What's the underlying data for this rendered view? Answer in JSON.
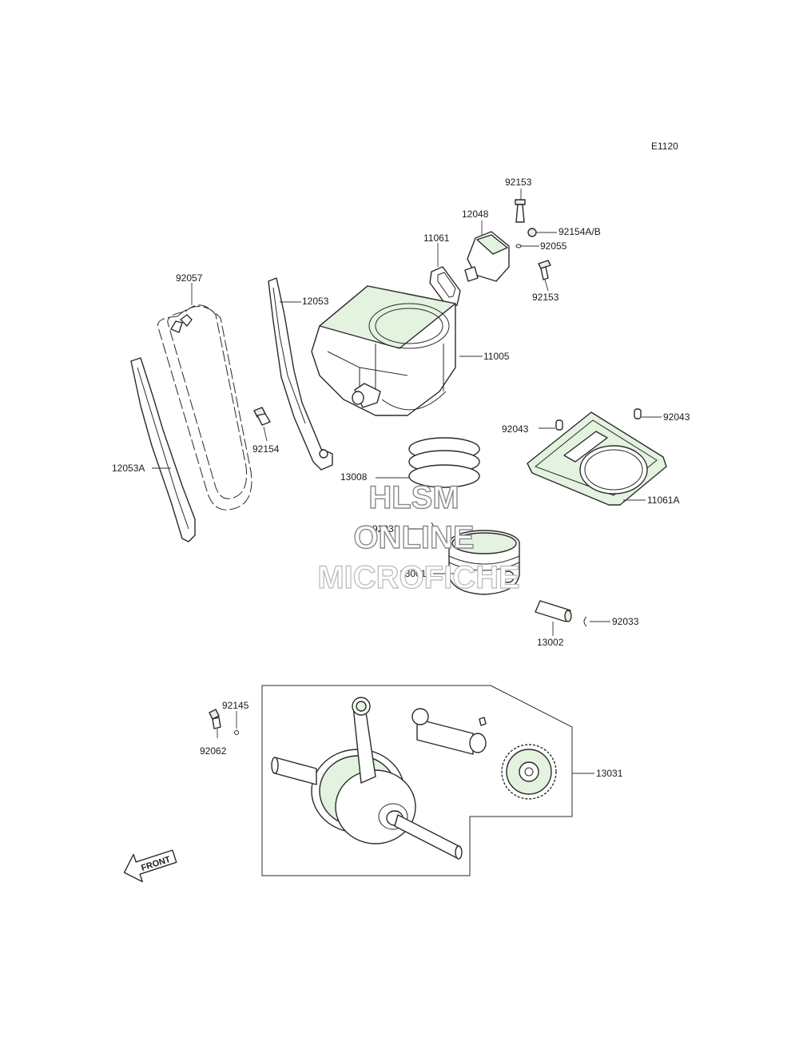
{
  "diagram_code": "E1120",
  "front_label": "FRONT",
  "watermark": [
    "HLSM",
    "ONLINE",
    "MICROFICHE"
  ],
  "callouts": {
    "c92153a": "92153",
    "c12048": "12048",
    "c92154ab": "92154A/B",
    "c11061": "11061",
    "c92055": "92055",
    "c92153b": "92153",
    "c92057": "92057",
    "c12053": "12053",
    "c11005": "11005",
    "c92043a": "92043",
    "c92043b": "92043",
    "c92154": "92154",
    "c12053a": "12053A",
    "c13008": "13008",
    "c11061a": "11061A",
    "c92033a": "92033",
    "c13001": "13001",
    "c92033b": "92033",
    "c13002": "13002",
    "c92145": "92145",
    "c92062": "92062",
    "c13031": "13031"
  }
}
